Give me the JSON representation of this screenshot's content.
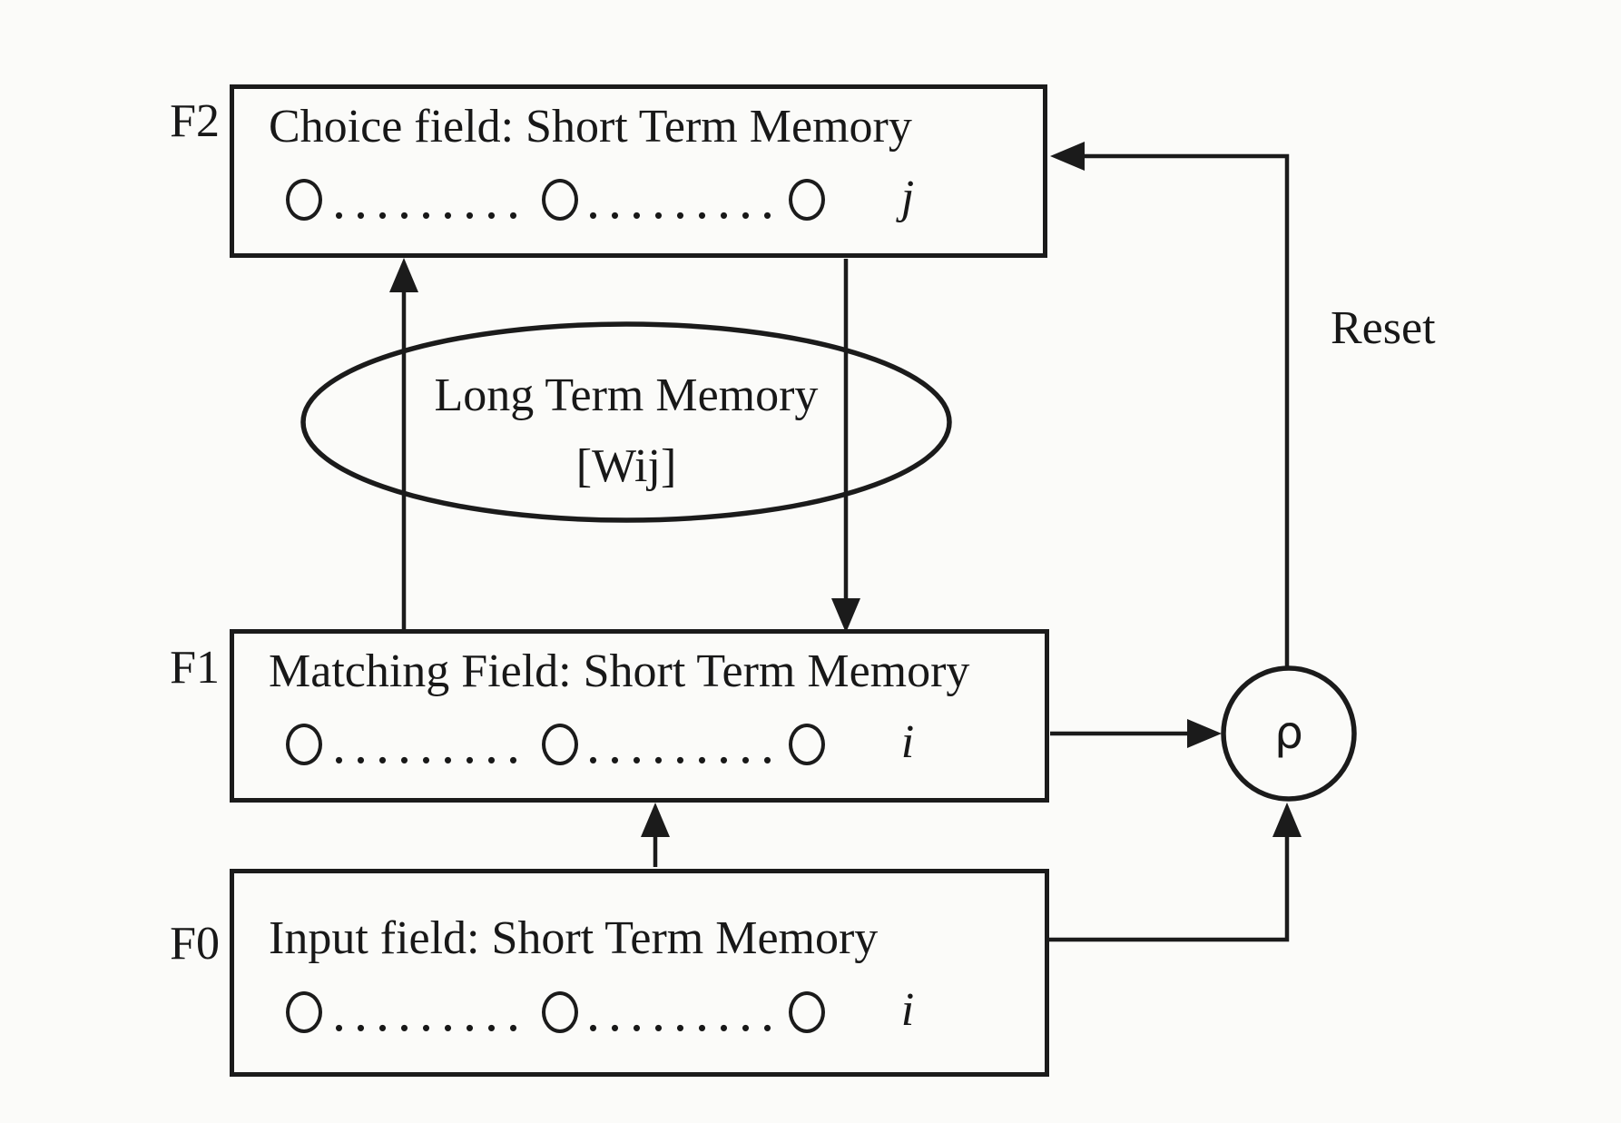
{
  "colors": {
    "ink": "#1b1b1b",
    "background": "#fbfbf9"
  },
  "fields": [
    {
      "tag": "F2",
      "title": "Choice field: Short Term Memory",
      "dots": ".........",
      "unit_label": "j"
    },
    {
      "tag": "F1",
      "title": "Matching Field: Short Term Memory",
      "dots": ".........",
      "unit_label": "i"
    },
    {
      "tag": "F0",
      "title": "Input field: Short Term Memory",
      "dots": ".........",
      "unit_label": "i"
    }
  ],
  "ltm": {
    "title": "Long Term Memory",
    "weights": "[Wij]"
  },
  "vigilance": {
    "symbol": "ρ"
  },
  "reset": {
    "label": "Reset"
  }
}
